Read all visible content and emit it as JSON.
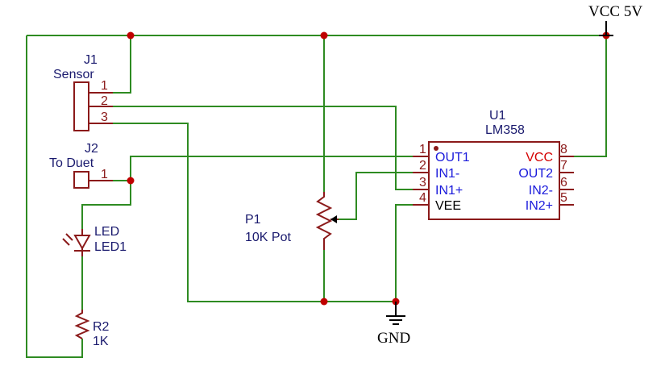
{
  "power": {
    "vcc_label": "VCC 5V",
    "gnd_label": "GND"
  },
  "j1": {
    "ref": "J1",
    "value": "Sensor",
    "pins": [
      "1",
      "2",
      "3"
    ]
  },
  "j2": {
    "ref": "J2",
    "value": "To Duet",
    "pins": [
      "1"
    ]
  },
  "led": {
    "ref": "LED",
    "value": "LED1"
  },
  "r2": {
    "ref": "R2",
    "value": "1K"
  },
  "p1": {
    "ref": "P1",
    "value": "10K Pot"
  },
  "u1": {
    "ref": "U1",
    "value": "LM358",
    "left_pins": [
      {
        "num": "1",
        "name": "OUT1"
      },
      {
        "num": "2",
        "name": "IN1-"
      },
      {
        "num": "3",
        "name": "IN1+"
      },
      {
        "num": "4",
        "name": "VEE"
      }
    ],
    "right_pins": [
      {
        "num": "8",
        "name": "VCC"
      },
      {
        "num": "7",
        "name": "OUT2"
      },
      {
        "num": "6",
        "name": "IN2-"
      },
      {
        "num": "5",
        "name": "IN2+"
      }
    ]
  },
  "colors": {
    "wire": "#2e8b22",
    "component": "#8b1a1a",
    "junction": "#c00000",
    "pin_name": "#1a1adb",
    "power_pin_name": "#d40000"
  }
}
